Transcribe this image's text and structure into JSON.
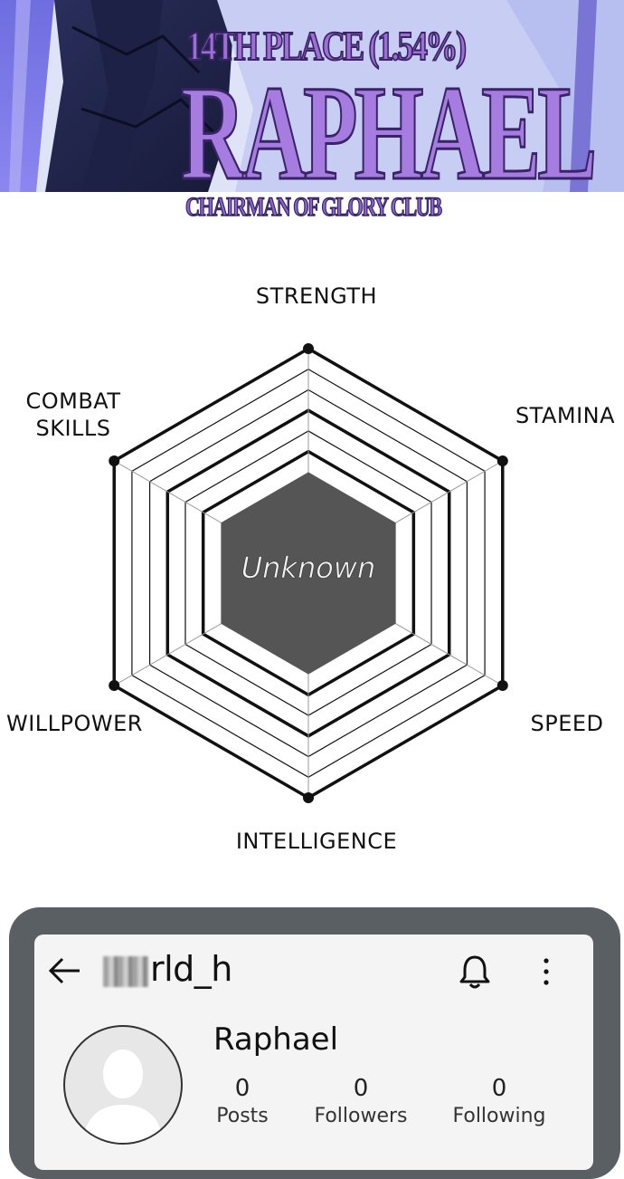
{
  "banner": {
    "place": "14TH PLACE (1.54%)",
    "name": "RAPHAEL",
    "subtitle": "CHAIRMAN OF GLORY CLUB"
  },
  "radar": {
    "center_text": "Unknown",
    "axes": [
      "STRENGTH",
      "STAMINA",
      "SPEED",
      "INTELLIGENCE",
      "WILLPOWER",
      "COMBAT\nSKILLS"
    ],
    "levels": 6
  },
  "profile": {
    "handle_visible": "rld_h",
    "name": "Raphael",
    "stats": [
      {
        "count": "0",
        "label": "Posts"
      },
      {
        "count": "0",
        "label": "Followers"
      },
      {
        "count": "0",
        "label": "Following"
      }
    ]
  },
  "colors": {
    "banner_purple": "#a77ce0",
    "banner_outline": "#3a2468",
    "radar_fill": "#555555",
    "phone_frame": "#5a5f63"
  },
  "icons": {
    "back": "arrow-left-icon",
    "notifications": "bell-icon",
    "menu": "more-vertical-icon",
    "avatar": "person-silhouette-icon"
  }
}
